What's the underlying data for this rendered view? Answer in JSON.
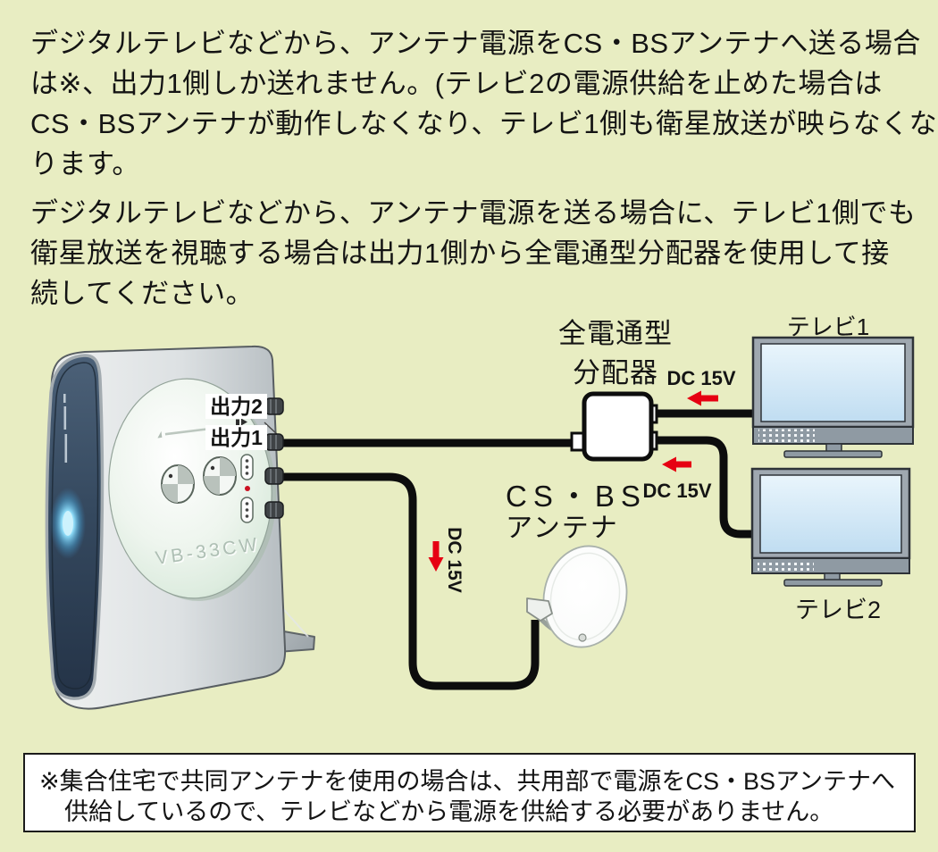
{
  "colors": {
    "background": "#e8edc2",
    "text": "#141414",
    "cable": "#0d0d0d",
    "arrow_red": "#e60012"
  },
  "intro": {
    "p1_lines": [
      "デジタルテレビなどから、アンテナ電源をCS・BSアンテナへ送る場合",
      "は※、出力1側しか送れません。(テレビ2の電源供給を止めた場合は",
      "CS・BSアンテナが動作しなくなり、テレビ1側も衛星放送が映らなくな",
      "ります。"
    ],
    "p2_lines": [
      "デジタルテレビなどから、アンテナ電源を送る場合に、テレビ1側でも",
      "衛星放送を視聴する場合は出力1側から全電通型分配器を使用して接",
      "続してください。"
    ]
  },
  "diagram": {
    "booster": {
      "output2": "出力2",
      "output1": "出力1",
      "model": "VB-33CW"
    },
    "splitter": {
      "label_line1": "全電通型",
      "label_line2": "分配器"
    },
    "tv1": {
      "label": "テレビ1",
      "dc": "DC 15V"
    },
    "tv2": {
      "label": "テレビ2",
      "dc": "DC 15V"
    },
    "antenna": {
      "label_line1": "CS・BS",
      "label_line2": "アンテナ",
      "dc": "DC 15V"
    }
  },
  "note": {
    "lines": [
      "※集合住宅で共同アンテナを使用の場合は、共用部で電源をCS・BSアンテナへ",
      "供給しているので、テレビなどから電源を供給する必要がありません。"
    ]
  }
}
